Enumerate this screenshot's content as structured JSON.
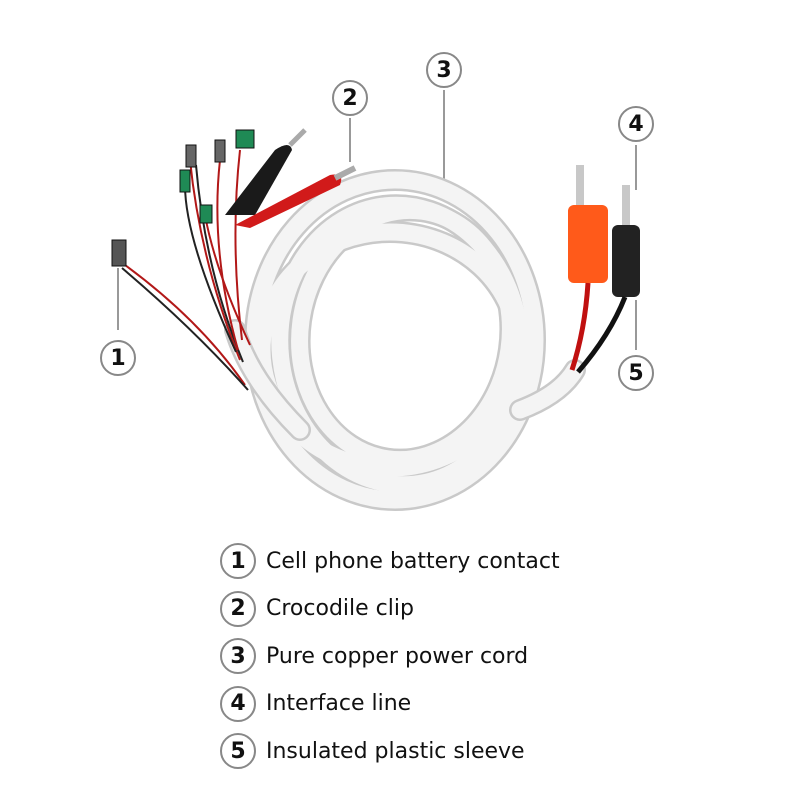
{
  "callouts": [
    "1",
    "2",
    "3",
    "4",
    "5"
  ],
  "legend": [
    {
      "num": "1",
      "text": "Cell phone battery contact"
    },
    {
      "num": "2",
      "text": "Crocodile clip"
    },
    {
      "num": "3",
      "text": "Pure copper power cord"
    },
    {
      "num": "4",
      "text": "Interface line"
    },
    {
      "num": "5",
      "text": "Insulated plastic sleeve"
    }
  ],
  "colors": {
    "cable": "#f2f2f2",
    "cable_shadow": "#c9c9c9",
    "red_clip": "#d11a1a",
    "black_clip": "#1a1a1a",
    "orange_plug": "#ff5a1a",
    "black_plug": "#222222",
    "contact_board": "#1f8a55",
    "callout_border": "#888888"
  }
}
